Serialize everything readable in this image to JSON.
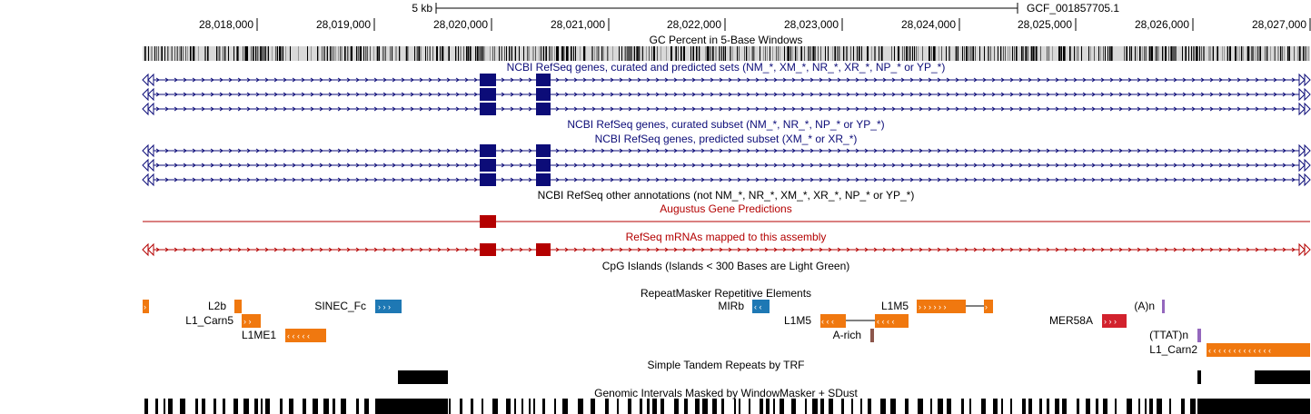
{
  "scale_bar": {
    "label": "5 kb",
    "assembly": "GCF_001857705.1"
  },
  "ruler": {
    "ticks": [
      "28,018,000",
      "28,019,000",
      "28,020,000",
      "28,021,000",
      "28,022,000",
      "28,023,000",
      "28,024,000",
      "28,025,000",
      "28,026,000",
      "28,027,000"
    ]
  },
  "tracks": {
    "gc": "GC Percent in 5-Base Windows",
    "refseq_all": "NCBI RefSeq genes, curated and predicted sets (NM_*, XM_*, NR_*, XR_*, NP_* or YP_*)",
    "refseq_curated": "NCBI RefSeq genes, curated subset (NM_*, NR_*, NP_* or YP_*)",
    "refseq_predicted": "NCBI RefSeq genes, predicted subset (XM_* or XR_*)",
    "refseq_other": "NCBI RefSeq other annotations (not NM_*, NR_*, XM_*, XR_*, NP_* or YP_*)",
    "augustus": "Augustus Gene Predictions",
    "mrna": "RefSeq mRNAs mapped to this assembly",
    "cpg": "CpG Islands (Islands < 300 Bases are Light Green)",
    "rmsk": "RepeatMasker Repetitive Elements",
    "trf": "Simple Tandem Repeats by TRF",
    "windowmasker": "Genomic Intervals Masked by WindowMasker + SDust"
  },
  "repeats": {
    "l2b": "L2b",
    "l1carn5": "L1_Carn5",
    "l1me1": "L1ME1",
    "sinec": "SINEC_Fc",
    "mirb": "MIRb",
    "l1m5_a": "L1M5",
    "l1m5_b": "L1M5",
    "arich": "A-rich",
    "mer58a": "MER58A",
    "an": "(A)n",
    "ttatn": "(TTAT)n",
    "l1carn2": "L1_Carn2"
  },
  "colors": {
    "refseq": "#0c0c78",
    "augustus": "#b40000",
    "line_repeat": "#f0780f",
    "sine_repeat": "#1e78b4",
    "dna_repeat": "#d2222d",
    "simple_repeat": "#9467bd",
    "low_complexity": "#8c564b"
  }
}
